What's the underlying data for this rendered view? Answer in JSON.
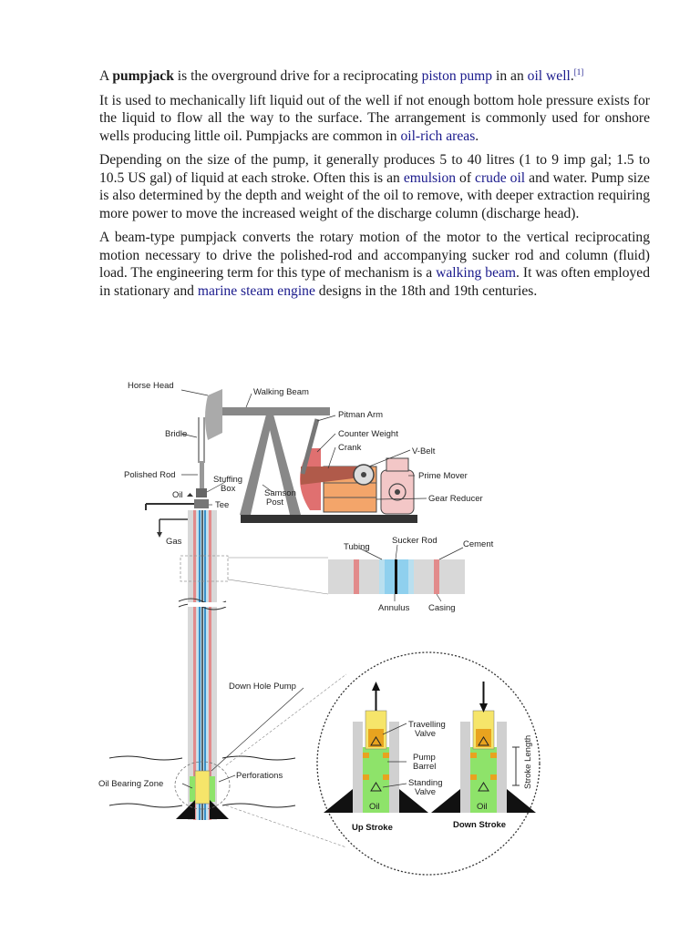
{
  "paragraphs": {
    "p1": {
      "a": "A ",
      "pumpjack": "pumpjack",
      "b": " is the overground drive for a reciprocating ",
      "piston_pump": "piston pump",
      "c": " in an ",
      "oil_well": "oil well",
      "d": ".",
      "ref": "[1]"
    },
    "p2": {
      "a": "It is used to mechanically lift liquid out of the well if not enough bottom hole pressure exists for the liquid to flow all the way to the surface. The arrangement is commonly used for onshore wells producing little oil. Pumpjacks are common in ",
      "oil_rich": "oil-rich areas",
      "b": "."
    },
    "p3": {
      "a": "Depending on the size of the pump, it generally produces 5 to 40 litres (1 to 9 imp gal; 1.5 to 10.5 US gal) of liquid at each stroke. Often this is an ",
      "emulsion": "emulsion",
      "b": " of ",
      "crude_oil": "crude oil",
      "c": " and water. Pump size is also determined by the depth and weight of the oil to remove, with deeper extraction requiring more power to move the increased weight of the discharge column (discharge head)."
    },
    "p4": {
      "a": "A beam-type pumpjack converts the rotary motion of the motor to the vertical reciprocating motion necessary to drive the polished-rod and accompanying sucker rod and column (fluid) load. The engineering term for this type of mechanism is a ",
      "walking_beam": "walking beam",
      "b": ". It was often employed in stationary and ",
      "marine": "marine steam engine",
      "c": " designs in the 18th and 19th centuries."
    }
  },
  "diagram": {
    "labels": {
      "horse_head": "Horse Head",
      "walking_beam": "Walking Beam",
      "pitman_arm": "Pitman Arm",
      "counter_weight": "Counter Weight",
      "crank": "Crank",
      "v_belt": "V-Belt",
      "bridle": "Bridle",
      "polished_rod": "Polished Rod",
      "stuffing": "Stuffing",
      "box": "Box",
      "prime_mover": "Prime Mover",
      "samson": "Samson",
      "post": "Post",
      "gear_reducer": "Gear Reducer",
      "oil": "Oil",
      "tee": "Tee",
      "gas": "Gas",
      "tubing": "Tubing",
      "sucker_rod": "Sucker Rod",
      "cement": "Cement",
      "annulus": "Annulus",
      "casing": "Casing",
      "down_hole_pump": "Down Hole Pump",
      "oil_bearing_zone": "Oil Bearing Zone",
      "perforations": "Perforations",
      "travelling": "Travelling",
      "valve": "Valve",
      "pump": "Pump",
      "barrel": "Barrel",
      "standing": "Standing",
      "stroke_length": "Stroke Length",
      "oil_left": "Oil",
      "oil_right": "Oil",
      "up_stroke": "Up Stroke",
      "down_stroke": "Down Stroke"
    }
  }
}
